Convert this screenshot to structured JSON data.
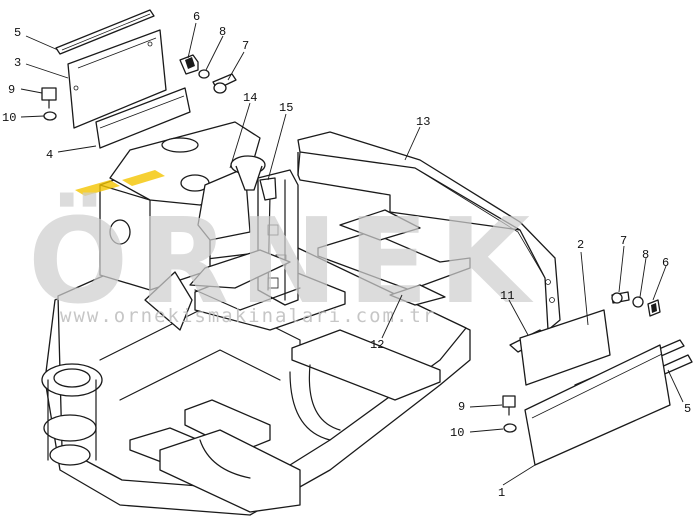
{
  "watermark": {
    "brand": "ÖRNEK",
    "site": "www.ornekismakinalari.com.tr",
    "accent_color": "#f4c400"
  },
  "callouts": [
    "1",
    "2",
    "3",
    "4",
    "5",
    "5",
    "6",
    "6",
    "7",
    "7",
    "8",
    "8",
    "9",
    "9",
    "10",
    "10",
    "11",
    "12",
    "13",
    "14",
    "15"
  ],
  "colors": {
    "ink": "#1a1a1a",
    "paper": "#ffffff",
    "watermark": "#cfcfcf"
  }
}
